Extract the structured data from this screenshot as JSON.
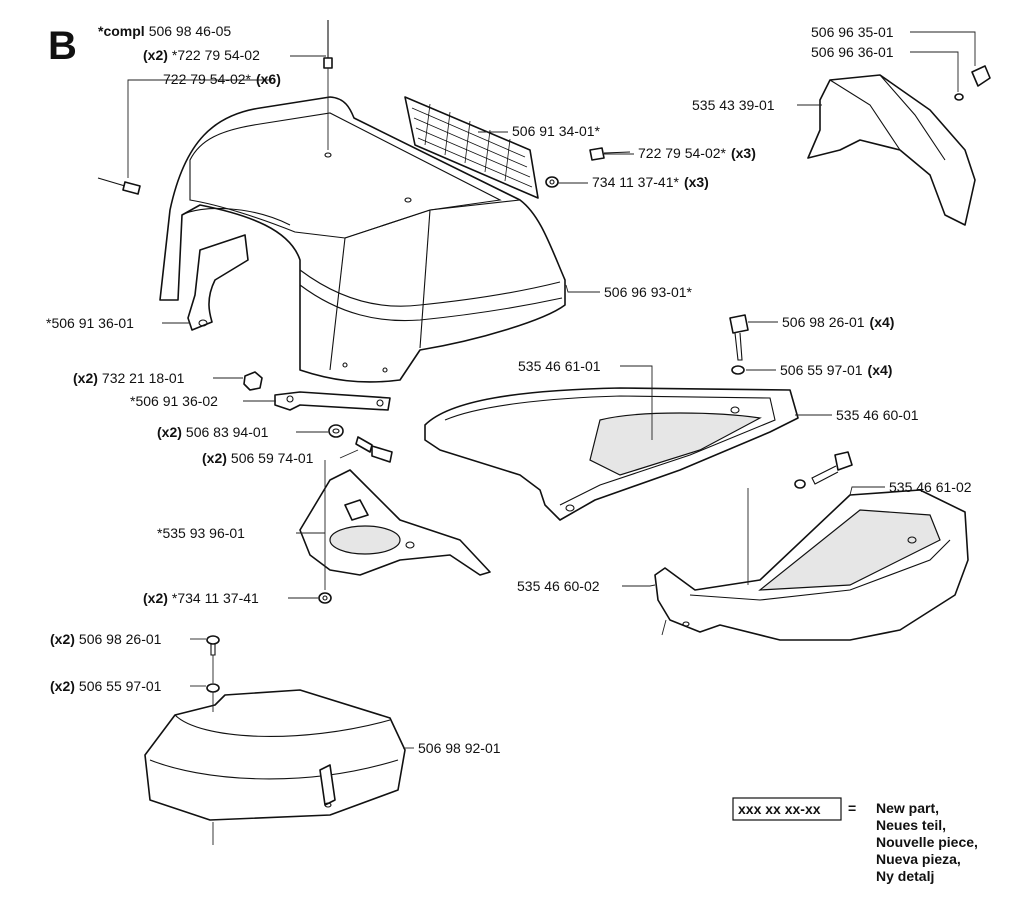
{
  "section_letter": "B",
  "compl": {
    "prefix": "*compl",
    "number": "506 98 46-05"
  },
  "labels": {
    "l01": {
      "qty": "(x2)",
      "text": "*722 79 54-02"
    },
    "l02": {
      "text": "722 79 54-02*",
      "qty": "(x6)"
    },
    "l03": {
      "text": "506 91 34-01*"
    },
    "l04": {
      "text": "722 79 54-02*",
      "qty": "(x3)"
    },
    "l05": {
      "text": "734 11 37-41*",
      "qty": "(x3)"
    },
    "l06": {
      "text": "506 96 35-01"
    },
    "l07": {
      "text": "506 96 36-01"
    },
    "l08": {
      "text": "535 43 39-01"
    },
    "l09": {
      "text": "506 96 93-01*"
    },
    "l10": {
      "text": "*506 91 36-01"
    },
    "l11": {
      "text": "506 98 26-01",
      "qty": "(x4)"
    },
    "l12": {
      "text": "506 55 97-01",
      "qty": "(x4)"
    },
    "l13": {
      "text": "535 46 61-01"
    },
    "l14": {
      "text": "535 46 60-01"
    },
    "l15": {
      "qty": "(x2)",
      "text": "732 21 18-01"
    },
    "l16": {
      "text": "*506 91 36-02"
    },
    "l17": {
      "qty": "(x2)",
      "text": "506 83 94-01"
    },
    "l18": {
      "qty": "(x2)",
      "text": "506 59 74-01"
    },
    "l19": {
      "text": "535 46 61-02"
    },
    "l20": {
      "text": "*535 93 96-01"
    },
    "l21": {
      "text": "535 46 60-02"
    },
    "l22": {
      "qty": "(x2)",
      "text": "*734 11 37-41"
    },
    "l23": {
      "qty": "(x2)",
      "text": "506 98 26-01"
    },
    "l24": {
      "qty": "(x2)",
      "text": "506 55 97-01"
    },
    "l25": {
      "text": "506 98 92-01"
    }
  },
  "legend": {
    "code": "xxx xx xx-xx",
    "equals": "=",
    "lines": [
      "New part,",
      "Neues teil,",
      "Nouvelle piece,",
      "Nueva pieza,",
      "Ny detalj"
    ]
  }
}
